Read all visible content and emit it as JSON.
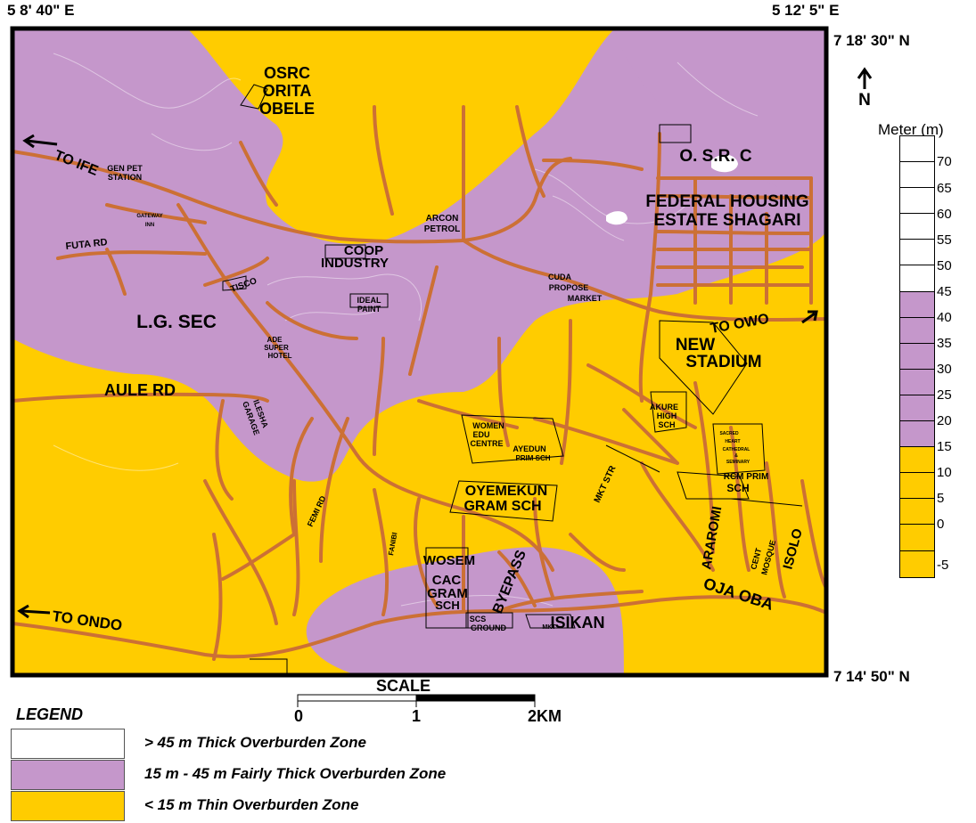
{
  "coordinates": {
    "top_left": "5 8' 40\" E",
    "top_right": "5 12' 5\" E",
    "right_top": "7 18' 30\" N",
    "right_bottom": "7 14' 50\" N"
  },
  "north_arrow": "N",
  "colors": {
    "thick": "#ffffff",
    "fairly_thick": "#c597cb",
    "thin": "#ffcc00",
    "road": "#cc7035",
    "frame": "#000000"
  },
  "place_labels": {
    "osrc_orita_1": "OSRC",
    "osrc_orita_2": "ORITA",
    "osrc_orita_3": "OBELE",
    "to_ife": "TO IFE",
    "gen_pet_1": "GEN PET",
    "gen_pet_2": "STATION",
    "gateway_1": "GATEWAY",
    "gateway_2": "INN",
    "futa_rd": "FUTA RD",
    "arcon_1": "ARCON",
    "arcon_2": "PETROL",
    "coop_1": "COOP",
    "coop_2": "INDUSTRY",
    "osrc": "O. S.R. C",
    "fed_1": "FEDERAL HOUSING",
    "fed_2": "ESTATE SHAGARI",
    "tisco": "TISCO",
    "lg_sec": "L.G. SEC",
    "ideal_1": "IDEAL",
    "ideal_2": "PAINT",
    "cuda_1": "CUDA",
    "cuda_2": "PROPOSE",
    "cuda_3": "MARKET",
    "to_owo": "TO OWO",
    "ade_1": "ADE",
    "ade_2": "SUPER",
    "ade_3": "HOTEL",
    "new_1": "NEW",
    "new_2": "STADIUM",
    "aule_rd": "AULE RD",
    "ilesha": "ILESHA",
    "garage": "GARAGE",
    "akure_1": "AKURE",
    "akure_2": "HIGH",
    "akure_3": "SCH",
    "women_1": "WOMEN",
    "women_2": "EDU",
    "women_3": "CENTRE",
    "ayedun_1": "AYEDUN",
    "ayedun_2": "PRIM SCH",
    "sacred_1": "SACRED",
    "sacred_2": "HEART",
    "sacred_3": "CATHEDRAL",
    "sacred_4": "&",
    "sacred_5": "SEMINARY",
    "mkt_str": "MKT STR",
    "rcm_1": "RCM PRIM",
    "rcm_2": "SCH",
    "oyemekun_1": "OYEMEKUN",
    "oyemekun_2": "GRAM SCH",
    "femi_rd": "FEMI RD",
    "araromi": "ARAROMI",
    "fanibi": "FANIBI",
    "cent_1": "CENT",
    "cent_2": "MOSQUE",
    "isolo": "ISOLO",
    "wosem": "WOSEM",
    "cac_1": "CAC",
    "cac_2": "GRAM",
    "cac_3": "SCH",
    "byepass": "BYEPASS",
    "oja_oba": "OJA OBA",
    "to_ondo": "TO ONDO",
    "scs_1": "SCS",
    "scs_2": "GROUND",
    "isikan": "ISIKAN",
    "mkt": "MKT"
  },
  "color_scale": {
    "title": "Meter (m)",
    "ticks": [
      "70",
      "65",
      "60",
      "55",
      "50",
      "45",
      "40",
      "35",
      "30",
      "25",
      "20",
      "15",
      "10",
      "5",
      "0",
      "-5"
    ]
  },
  "scale_bar": {
    "title": "SCALE",
    "labels": [
      "0",
      "1",
      "2KM"
    ]
  },
  "legend": {
    "title": "LEGEND",
    "items": [
      {
        "label": "> 45 m   Thick Overburden  Zone",
        "color": "#ffffff"
      },
      {
        "label": "15 m - 45 m  Fairly Thick Overburden Zone",
        "color": "#c597cb"
      },
      {
        "label": "< 15 m Thin Overburden  Zone",
        "color": "#ffcc00"
      }
    ]
  }
}
